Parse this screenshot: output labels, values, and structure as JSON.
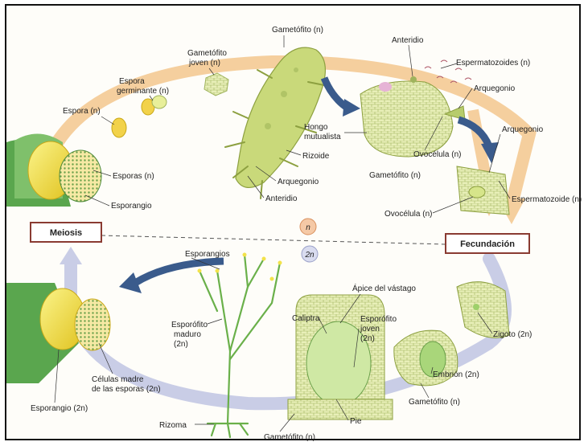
{
  "diagram": {
    "ploidy": {
      "haploid": "n",
      "diploid": "2n"
    },
    "phases": {
      "meiosis": "Meiosis",
      "fertilization": "Fecundación"
    },
    "labels": {
      "gametofito_top": "Gametófito (n)",
      "gametofito_joven_1": "Gametófito",
      "gametofito_joven_2": "joven (n)",
      "espora_germinante_1": "Espora",
      "espora_germinante_2": "germinante (n)",
      "espora": "Espora (n)",
      "esporas": "Esporas (n)",
      "esporangio_top": "Esporangio",
      "rizoide": "Rizoide",
      "arquegonio_left": "Arquegonio",
      "anteridio_left": "Anteridio",
      "anteridio_top": "Anteridio",
      "espermatozoides": "Espermatozoides (n)",
      "arquegonio_top": "Arquegonio",
      "hongo_1": "Hongo",
      "hongo_2": "mutualista",
      "ovocelula_top": "Ovocélula (n)",
      "gametofito_mid": "Gametófito (n)",
      "arquegonio_right": "Arquegonio",
      "espermatozoide": "Espermatozoide (n)",
      "ovocelula_right": "Ovocélula (n)",
      "esporangios": "Esporangios",
      "esporofito_maduro_1": "Esporófito",
      "esporofito_maduro_2": "maduro",
      "esporofito_maduro_3": "(2n)",
      "rizoma": "Rizoma",
      "celulas_madre_1": "Células madre",
      "celulas_madre_2": "de las esporas (2n)",
      "esporangio_2n": "Esporangio (2n)",
      "caliptra": "Caliptra",
      "apice": "Ápice del vástago",
      "esporofito_joven_1": "Esporófito",
      "esporofito_joven_2": "joven",
      "esporofito_joven_3": "(2n)",
      "pie": "Pie",
      "gametofito_bottom": "Gametófito (n)",
      "zigoto": "Zigoto (2n)",
      "embrion": "Embrión (2n)",
      "gametofito_right": "Gametófito (n)"
    }
  },
  "colors": {
    "haploid_arrow": "#f5cf9e",
    "diploid_arrow": "#c9cde6",
    "box_border": "#8a3b32",
    "dark_arrow": "#3a5b8c",
    "plant_green": "#c9d97a",
    "leaf_green": "#5aa64e",
    "spore_yellow": "#f2e24a"
  }
}
